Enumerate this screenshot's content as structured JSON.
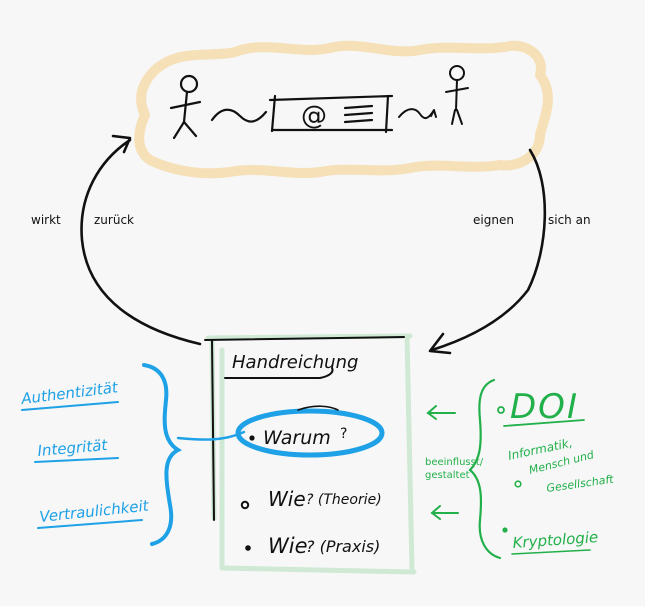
{
  "header": {
    "device_symbol": "@"
  },
  "arrows": {
    "left_label_1": "wirkt",
    "left_label_2": "zurück",
    "right_label_1": "eignen",
    "right_label_2": "sich an"
  },
  "center": {
    "title": "Handreichung",
    "items": [
      {
        "label": "Warum",
        "mark": "?"
      },
      {
        "label": "Wie",
        "mark": "? (Theorie)"
      },
      {
        "label": "Wie",
        "mark": "? (Praxis)"
      }
    ]
  },
  "left": {
    "items": [
      "Authentizität",
      "Integrität",
      "Vertraulichkeit"
    ]
  },
  "right": {
    "relation_1": "beeinflusst/",
    "relation_2": "gestaltet",
    "items": [
      "DOI",
      "Informatik,",
      "Mensch und",
      "Gesellschaft",
      "Kryptologie"
    ]
  },
  "colors": {
    "cloud": "#fbe8c6",
    "ink": "#111111",
    "blue": "#1ea1e6",
    "green": "#22b04a",
    "box_green": "#cfe9d4"
  }
}
